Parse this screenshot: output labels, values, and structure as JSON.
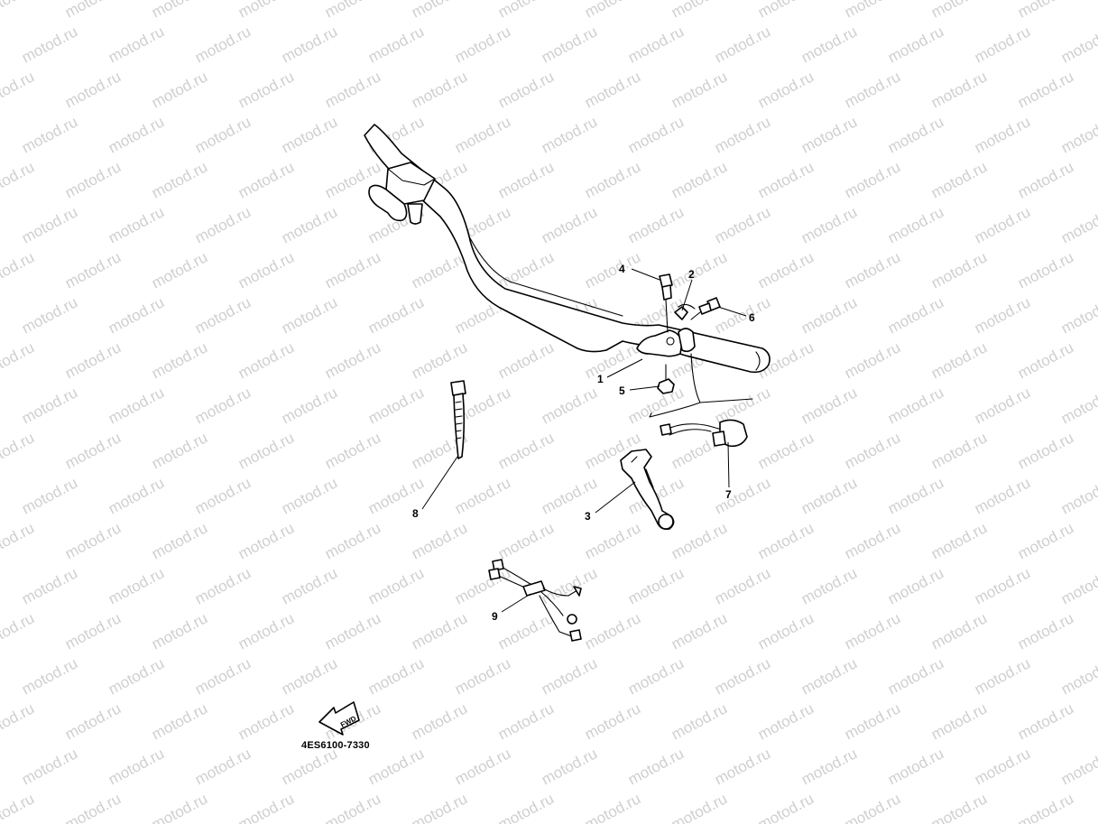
{
  "watermark": {
    "text": "motod.ru"
  },
  "callouts": [
    {
      "num": "1"
    },
    {
      "num": "2"
    },
    {
      "num": "3"
    },
    {
      "num": "4"
    },
    {
      "num": "5"
    },
    {
      "num": "6"
    },
    {
      "num": "7"
    },
    {
      "num": "8"
    },
    {
      "num": "9"
    }
  ],
  "fwd_label": "FWD",
  "diagram_code": "4ES6100-7330"
}
